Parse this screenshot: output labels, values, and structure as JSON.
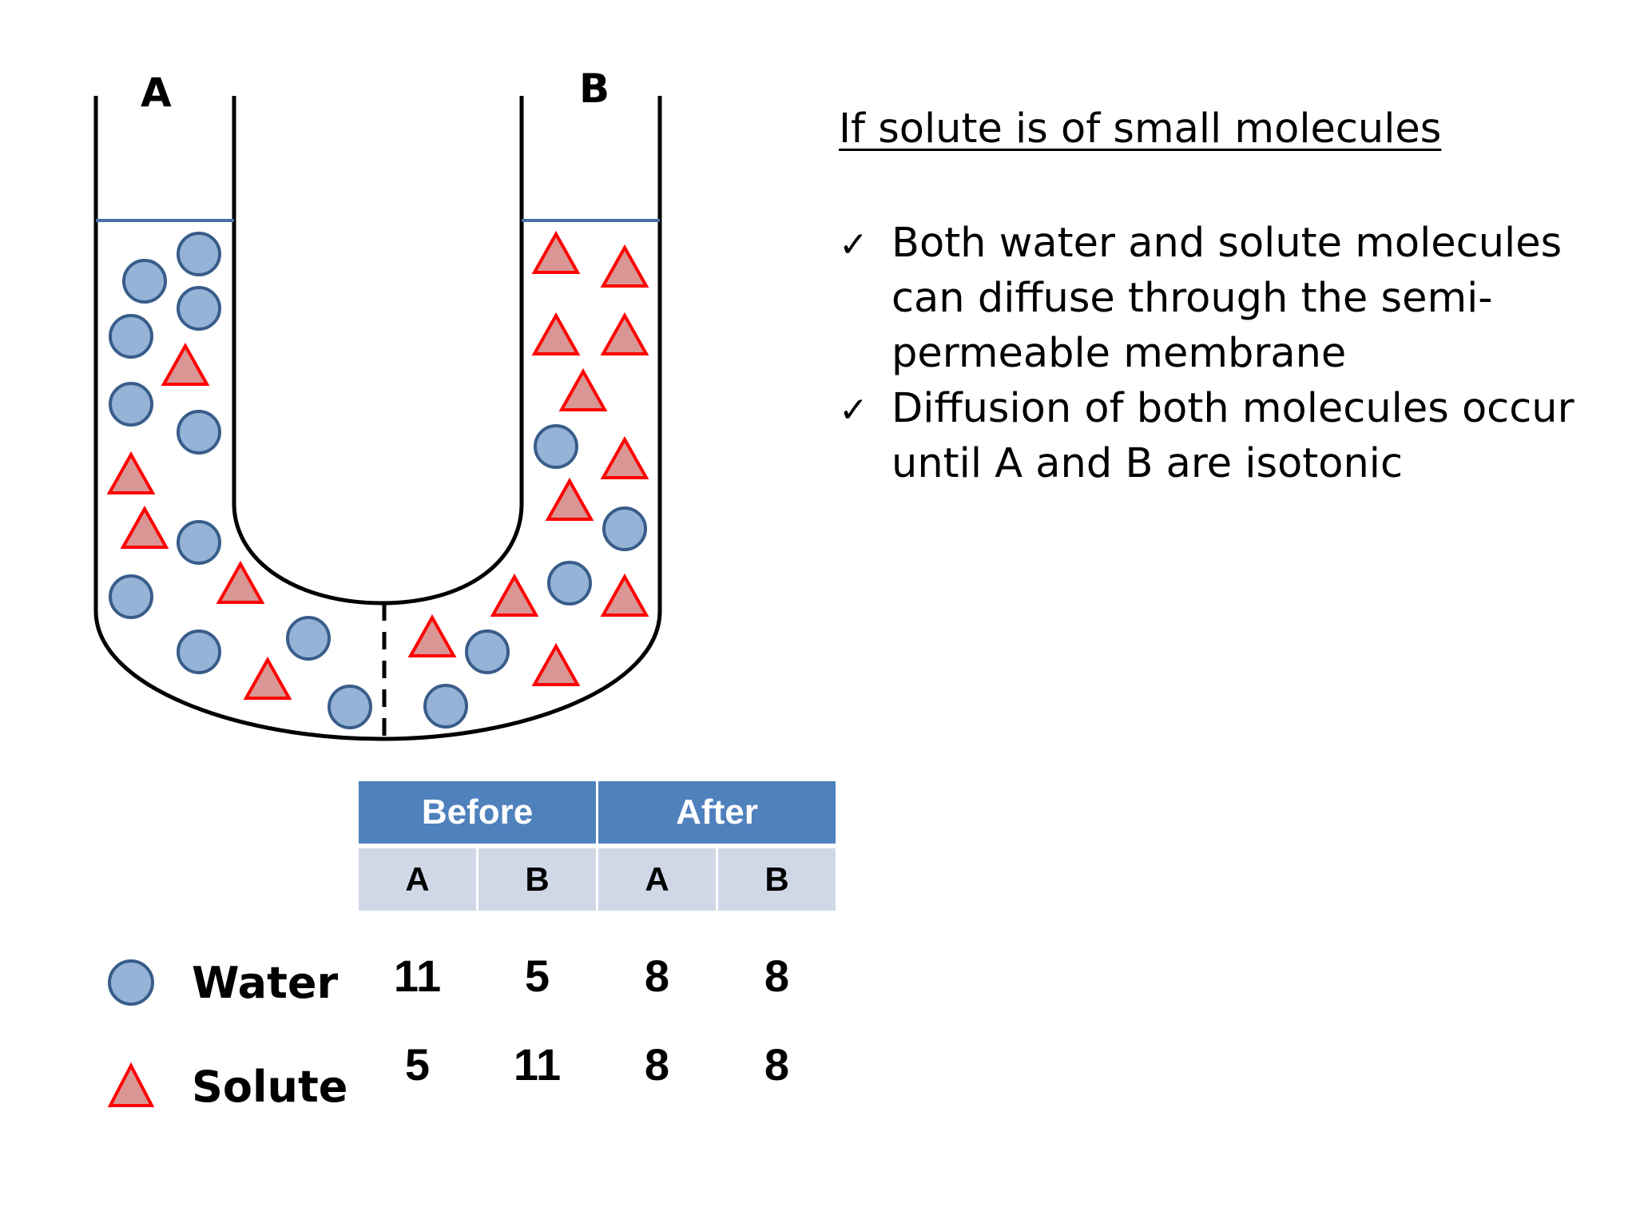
{
  "labels": {
    "a": "A",
    "b": "B"
  },
  "heading": "If solute is of small molecules",
  "bullets": [
    {
      "icon": "check-icon",
      "text": "Both water and solute molecules can diffuse through the semi-permeable membrane"
    },
    {
      "icon": "check-icon",
      "text": "Diffusion of both molecules occur until A and B are isotonic"
    }
  ],
  "table": {
    "groups": [
      "Before",
      "After"
    ],
    "subheaders": [
      "A",
      "B",
      "A",
      "B"
    ],
    "rows": [
      {
        "label": "Water",
        "icon": "water-molecule-icon",
        "values": [
          "11",
          "5",
          "8",
          "8"
        ]
      },
      {
        "label": "Solute",
        "icon": "solute-molecule-icon",
        "values": [
          "5",
          "11",
          "8",
          "8"
        ]
      }
    ]
  },
  "colors": {
    "water_fill": "#95b3d7",
    "water_stroke": "#385d8a",
    "solute_fill": "#d99694",
    "solute_stroke": "#ff0000",
    "header_bg": "#4f81bd",
    "subheader_bg": "#d0d8e8",
    "liquid_level": "#4a6fa5"
  }
}
